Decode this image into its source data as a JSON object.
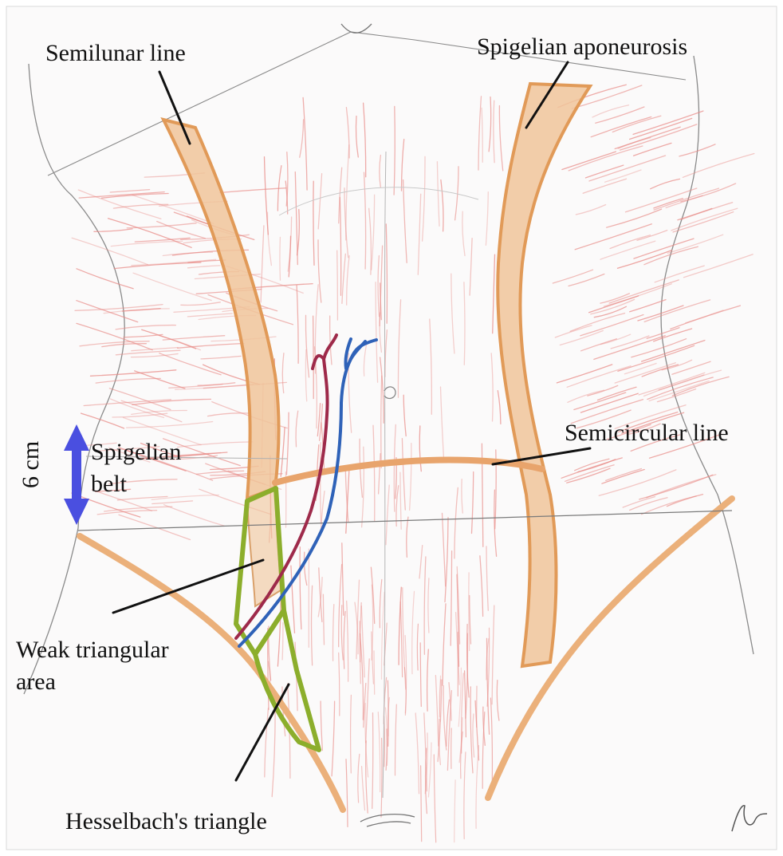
{
  "labels": {
    "semilunar_line": "Semilunar line",
    "spigelian_aponeurosis": "Spigelian aponeurosis",
    "semicircular_line": "Semicircular line",
    "spigelian_belt_1": "Spigelian",
    "spigelian_belt_2": "belt",
    "measurement": "6 cm",
    "weak_area_1": "Weak triangular",
    "weak_area_2": "area",
    "hesselbach": "Hesselbach's triangle"
  },
  "colors": {
    "muscle_fiber": "#e88a86",
    "aponeurosis": "#f0c49a",
    "aponeurosis_edge": "#e19a58",
    "triangle_outline": "#8cae2c",
    "artery": "#9e2a4a",
    "vein": "#2f62b8",
    "arrow": "#4a4fe0",
    "paper": "#fbfafa"
  }
}
